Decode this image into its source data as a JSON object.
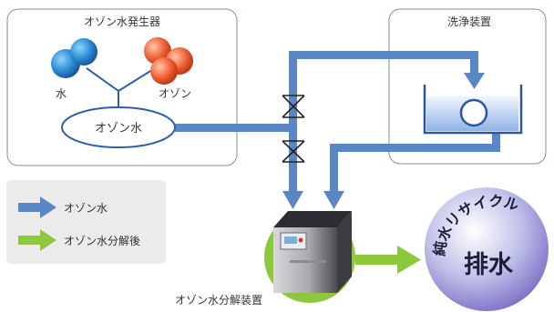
{
  "generator": {
    "title": "オゾン水発生器"
  },
  "molecules": {
    "water_label": "水",
    "ozone_label": "オゾン"
  },
  "tank_label": "オゾン水",
  "washer": {
    "title": "洗浄装置"
  },
  "legend": {
    "items": [
      {
        "label": "オゾン水",
        "color": "#5b86c6"
      },
      {
        "label": "オゾン水分解後",
        "color": "#8dc83c"
      }
    ]
  },
  "device": {
    "label": "オゾン水分解装置"
  },
  "recycle": {
    "arc_text": "純水リサイクル",
    "main_text": "排水"
  },
  "colors": {
    "pipe_blue": "#5b86c6",
    "pipe_green": "#8dc83c",
    "water_blue": "#2c8fd6",
    "ozone_orange": "#f0653a",
    "box_border": "#7f8fa6",
    "tank_outline": "#2e56a0",
    "legend_bg": "#ebebeb"
  },
  "icons": {
    "valve": "valve-icon"
  }
}
